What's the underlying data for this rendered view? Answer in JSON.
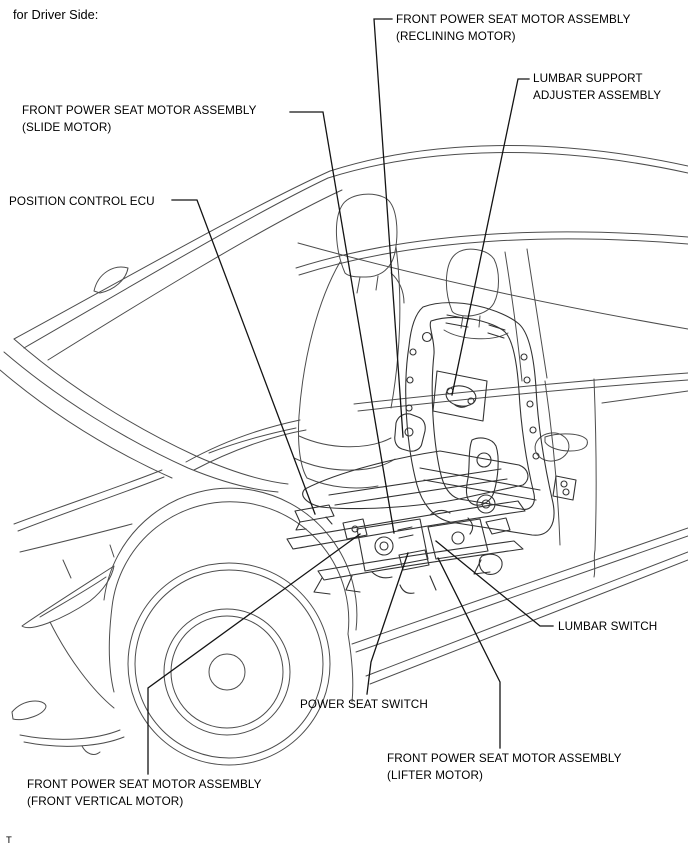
{
  "page": {
    "title": "for Driver Side:",
    "footer_mark": "T"
  },
  "labels": {
    "reclining_motor": "FRONT POWER SEAT MOTOR ASSEMBLY\n(RECLINING MOTOR)",
    "lumbar_support_adjuster": "LUMBAR SUPPORT\nADJUSTER ASSEMBLY",
    "slide_motor": "FRONT POWER SEAT MOTOR ASSEMBLY\n(SLIDE MOTOR)",
    "position_control_ecu": "POSITION CONTROL ECU",
    "lumbar_switch": "LUMBAR SWITCH",
    "power_seat_switch": "POWER SEAT SWITCH",
    "lifter_motor": "FRONT POWER SEAT MOTOR ASSEMBLY\n(LIFTER MOTOR)",
    "front_vertical_motor": "FRONT POWER SEAT MOTOR ASSEMBLY\n(FRONT VERTICAL MOTOR)"
  },
  "colors": {
    "background": "#ffffff",
    "line_art": "#4d4d4d",
    "frame_art": "#333333",
    "leader_line": "#141414",
    "text_color": "#000000"
  }
}
